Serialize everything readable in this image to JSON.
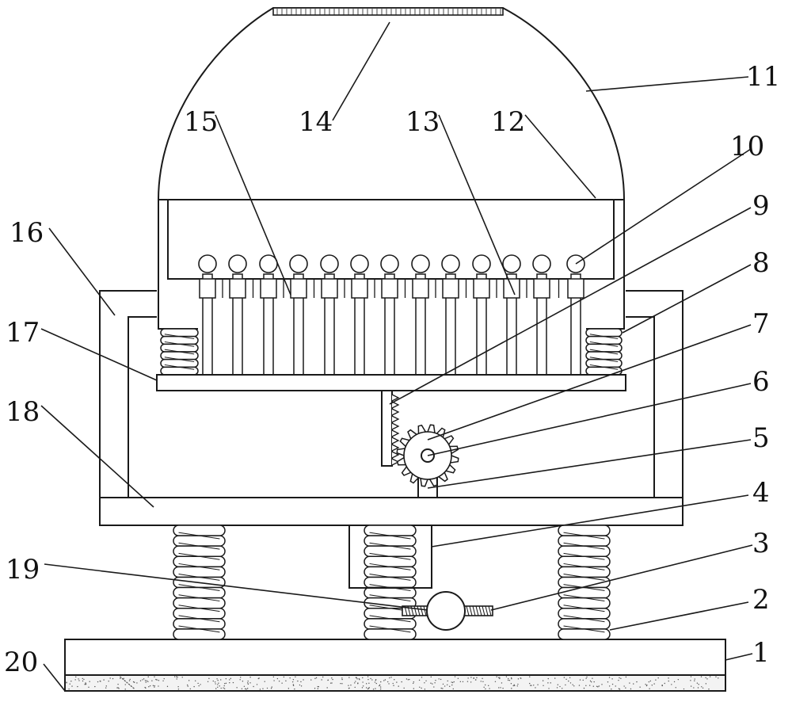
{
  "labels": [
    {
      "id": "1",
      "text": "1"
    },
    {
      "id": "2",
      "text": "2"
    },
    {
      "id": "3",
      "text": "3"
    },
    {
      "id": "4",
      "text": "4"
    },
    {
      "id": "5",
      "text": "5"
    },
    {
      "id": "6",
      "text": "6"
    },
    {
      "id": "7",
      "text": "7"
    },
    {
      "id": "8",
      "text": "8"
    },
    {
      "id": "9",
      "text": "9"
    },
    {
      "id": "10",
      "text": "10"
    },
    {
      "id": "11",
      "text": "11"
    },
    {
      "id": "12",
      "text": "12"
    },
    {
      "id": "13",
      "text": "13"
    },
    {
      "id": "14",
      "text": "14"
    },
    {
      "id": "15",
      "text": "15"
    },
    {
      "id": "16",
      "text": "16"
    },
    {
      "id": "17",
      "text": "17"
    },
    {
      "id": "18",
      "text": "18"
    },
    {
      "id": "19",
      "text": "19"
    },
    {
      "id": "20",
      "text": "20"
    }
  ]
}
